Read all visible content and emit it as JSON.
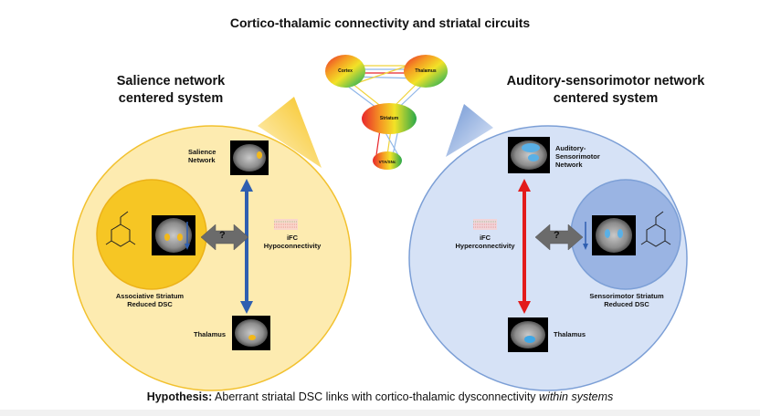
{
  "title": "Cortico-thalamic connectivity and striatal circuits",
  "top_diagram": {
    "nodes": {
      "cortex": "Cortex",
      "thalamus": "Thalamus",
      "striatum": "Striatum",
      "vta": "VTA/SNc"
    }
  },
  "left_system": {
    "title_line1": "Salience network",
    "title_line2": "centered system",
    "network_label_line1": "Salience",
    "network_label_line2": "Network",
    "ifc_line1": "iFC",
    "ifc_line2": "Hypoconnectivity",
    "striatum_label_line1": "Associative Striatum",
    "striatum_label_line2": "Reduced DSC",
    "thalamus_label": "Thalamus",
    "question": "?",
    "fill_color": "#fdebb0",
    "border_color": "#f2c12e",
    "arrow_color": "#2f5fb0"
  },
  "right_system": {
    "title_line1": "Auditory-sensorimotor network",
    "title_line2": "centered system",
    "network_label_line1": "Auditory-",
    "network_label_line2": "Sensorimotor",
    "network_label_line3": "Network",
    "ifc_line1": "iFC",
    "ifc_line2": "Hyperconnectivity",
    "striatum_label_line1": "Sensorimotor Striatum",
    "striatum_label_line2": "Reduced DSC",
    "thalamus_label": "Thalamus",
    "question": "?",
    "fill_color": "#d6e2f6",
    "border_color": "#7c9fd6",
    "arrow_color": "#e31b1b"
  },
  "hypothesis": {
    "label": "Hypothesis:",
    "text": " Aberrant striatal DSC links with cortico-thalamic dysconnectivity ",
    "italic": "within systems"
  }
}
